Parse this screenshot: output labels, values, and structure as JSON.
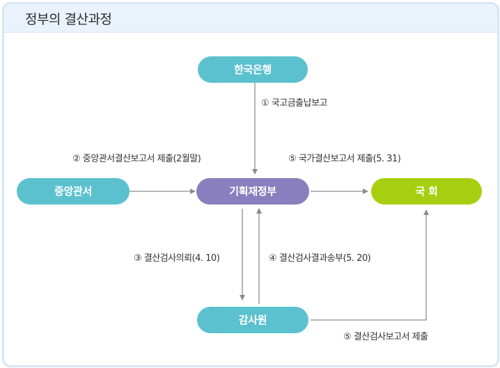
{
  "title": "정부의 결산과정",
  "nodes": {
    "bank": "한국은행",
    "ministries": "중앙관서",
    "mosf": "기획재정부",
    "assembly": "국 회",
    "audit": "감사원"
  },
  "edges": {
    "e1": "① 국고금출납보고",
    "e2": "② 중앙관서결산보고서 제출(2월말)",
    "e3": "③ 결산검사의뢰(4. 10)",
    "e4": "④ 결산검사결과송부(5. 20)",
    "e5a": "⑤ 국가결산보고서 제출(5. 31)",
    "e5b": "⑤ 결산검사보고서 제출"
  },
  "colors": {
    "teal": "#5cc1cf",
    "purple": "#8a7fbe",
    "green": "#a7cf10",
    "arrow": "#8c8c8c"
  }
}
